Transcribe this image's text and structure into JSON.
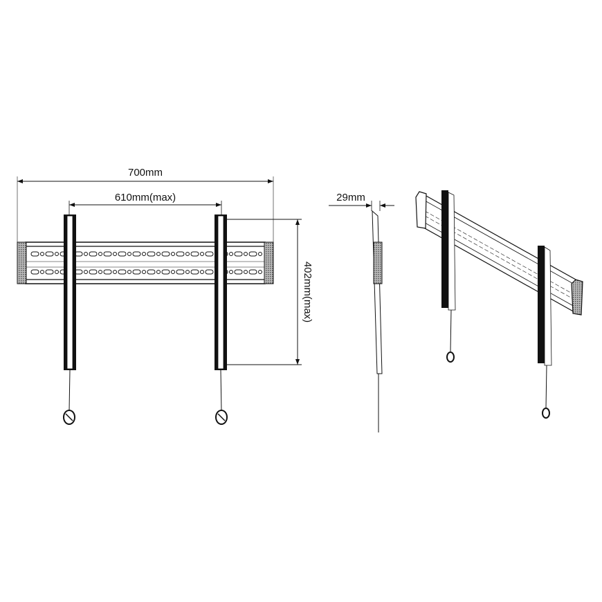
{
  "dimensions": {
    "overall_width": "700mm",
    "vesa_width": "610mm(max)",
    "vesa_height": "402mm(max)",
    "depth": "29mm"
  },
  "colors": {
    "line": "#111111",
    "cap_fill": "#9a9a9a"
  }
}
